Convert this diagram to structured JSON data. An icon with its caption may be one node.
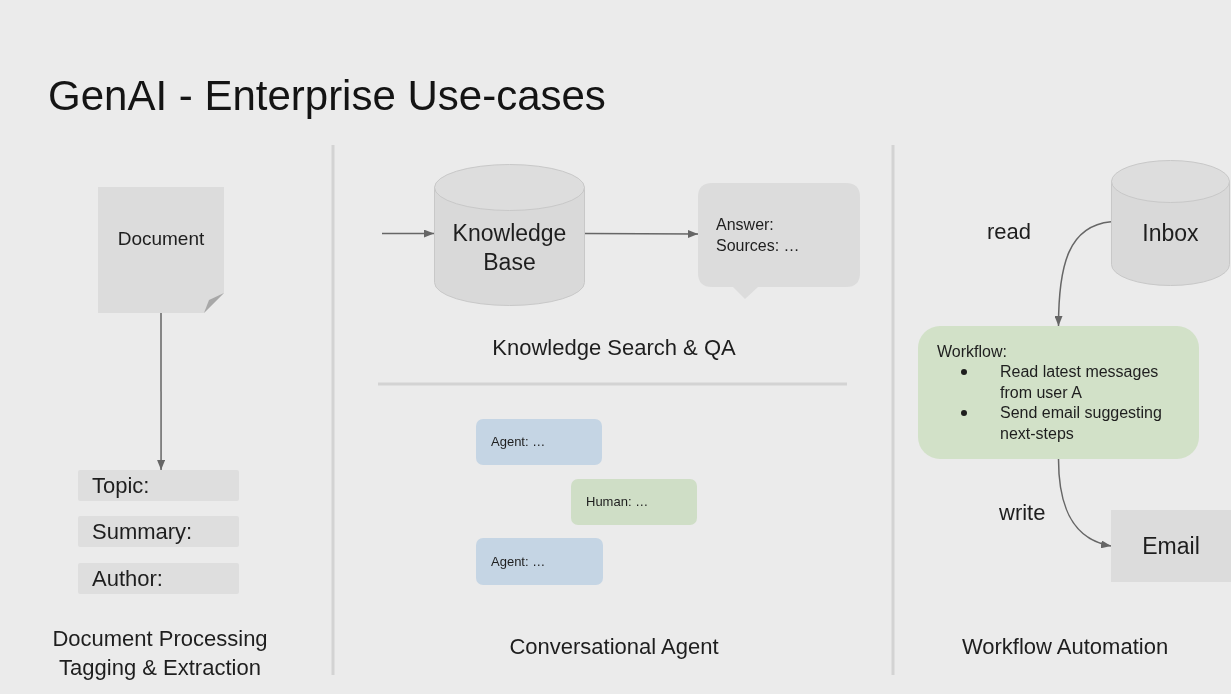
{
  "diagram": {
    "title": "GenAI - Enterprise Use-cases",
    "nodes": [
      {
        "text": [
          "Document"
        ]
      },
      {
        "text": [
          "Topic:"
        ]
      },
      {
        "text": [
          "Summary:"
        ]
      },
      {
        "text": [
          "Author:"
        ]
      },
      {
        "text": [
          "Knowledge Base"
        ]
      },
      {
        "text": [
          "Answer:",
          "Sources: …"
        ]
      },
      {
        "text": [
          "Agent: …"
        ]
      },
      {
        "text": [
          "Human: …"
        ]
      },
      {
        "text": [
          "Agent: …"
        ]
      },
      {
        "text": [
          "Inbox"
        ]
      },
      {
        "text": [
          "Workflow:",
          "Read latest messages from user A",
          "Send email suggesting next-steps"
        ]
      },
      {
        "text": [
          "Email"
        ]
      }
    ],
    "edges": [
      {
        "from": 0,
        "to": 1,
        "arrow": "to"
      },
      {
        "from": null,
        "to": 4,
        "arrow": "to"
      },
      {
        "from": 4,
        "to": 5,
        "arrow": "to"
      },
      {
        "from": 9,
        "to": 10,
        "arrow": "to",
        "label": "read"
      },
      {
        "from": 10,
        "to": 11,
        "arrow": "to",
        "label": "write"
      }
    ],
    "labels": [
      "Document Processing Tagging & Extraction",
      "Knowledge Search & QA",
      "Conversational Agent",
      "Workflow Automation"
    ]
  }
}
